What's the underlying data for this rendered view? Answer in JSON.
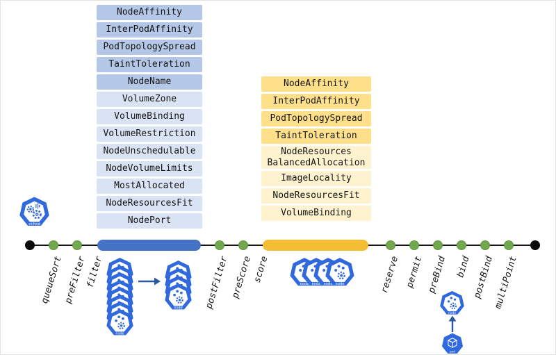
{
  "diagram": {
    "scheduler_label": "sched",
    "node_label": "node",
    "pod_label": "pod",
    "filter_plugins": [
      "NodeAffinity",
      "InterPodAffinity",
      "PodTopologySpread",
      "TaintToleration",
      "NodeName",
      "VolumeZone",
      "VolumeBinding",
      "VolumeRestriction",
      "NodeUnschedulable",
      "NodeVolumeLimits",
      "MostAllocated",
      "NodeResourcesFit",
      "NodePort"
    ],
    "score_plugins": [
      "NodeAffinity",
      "InterPodAffinity",
      "PodTopologySpread",
      "TaintToleration",
      "NodeResources BalancedAllocation",
      "ImageLocality",
      "NodeResourcesFit",
      "VolumeBinding"
    ],
    "extension_points": [
      "queueSort",
      "preFilter",
      "filter",
      "postFilter",
      "preScore",
      "score",
      "reserve",
      "permit",
      "preBind",
      "bind",
      "postBind",
      "multiPoint"
    ],
    "colors": {
      "filter_bar": "#4472c4",
      "score_bar": "#f3be33",
      "filter_plugin_dark": "#b4c7e7",
      "filter_plugin_light": "#dae3f3",
      "score_plugin_dark": "#ffe08a",
      "score_plugin_light": "#fff3cf",
      "extension_point_dot": "#72a84d",
      "endpoint_dot": "#0a0a0a",
      "kubernetes_blue": "#3068de",
      "arrow_blue": "#2b579f"
    }
  }
}
